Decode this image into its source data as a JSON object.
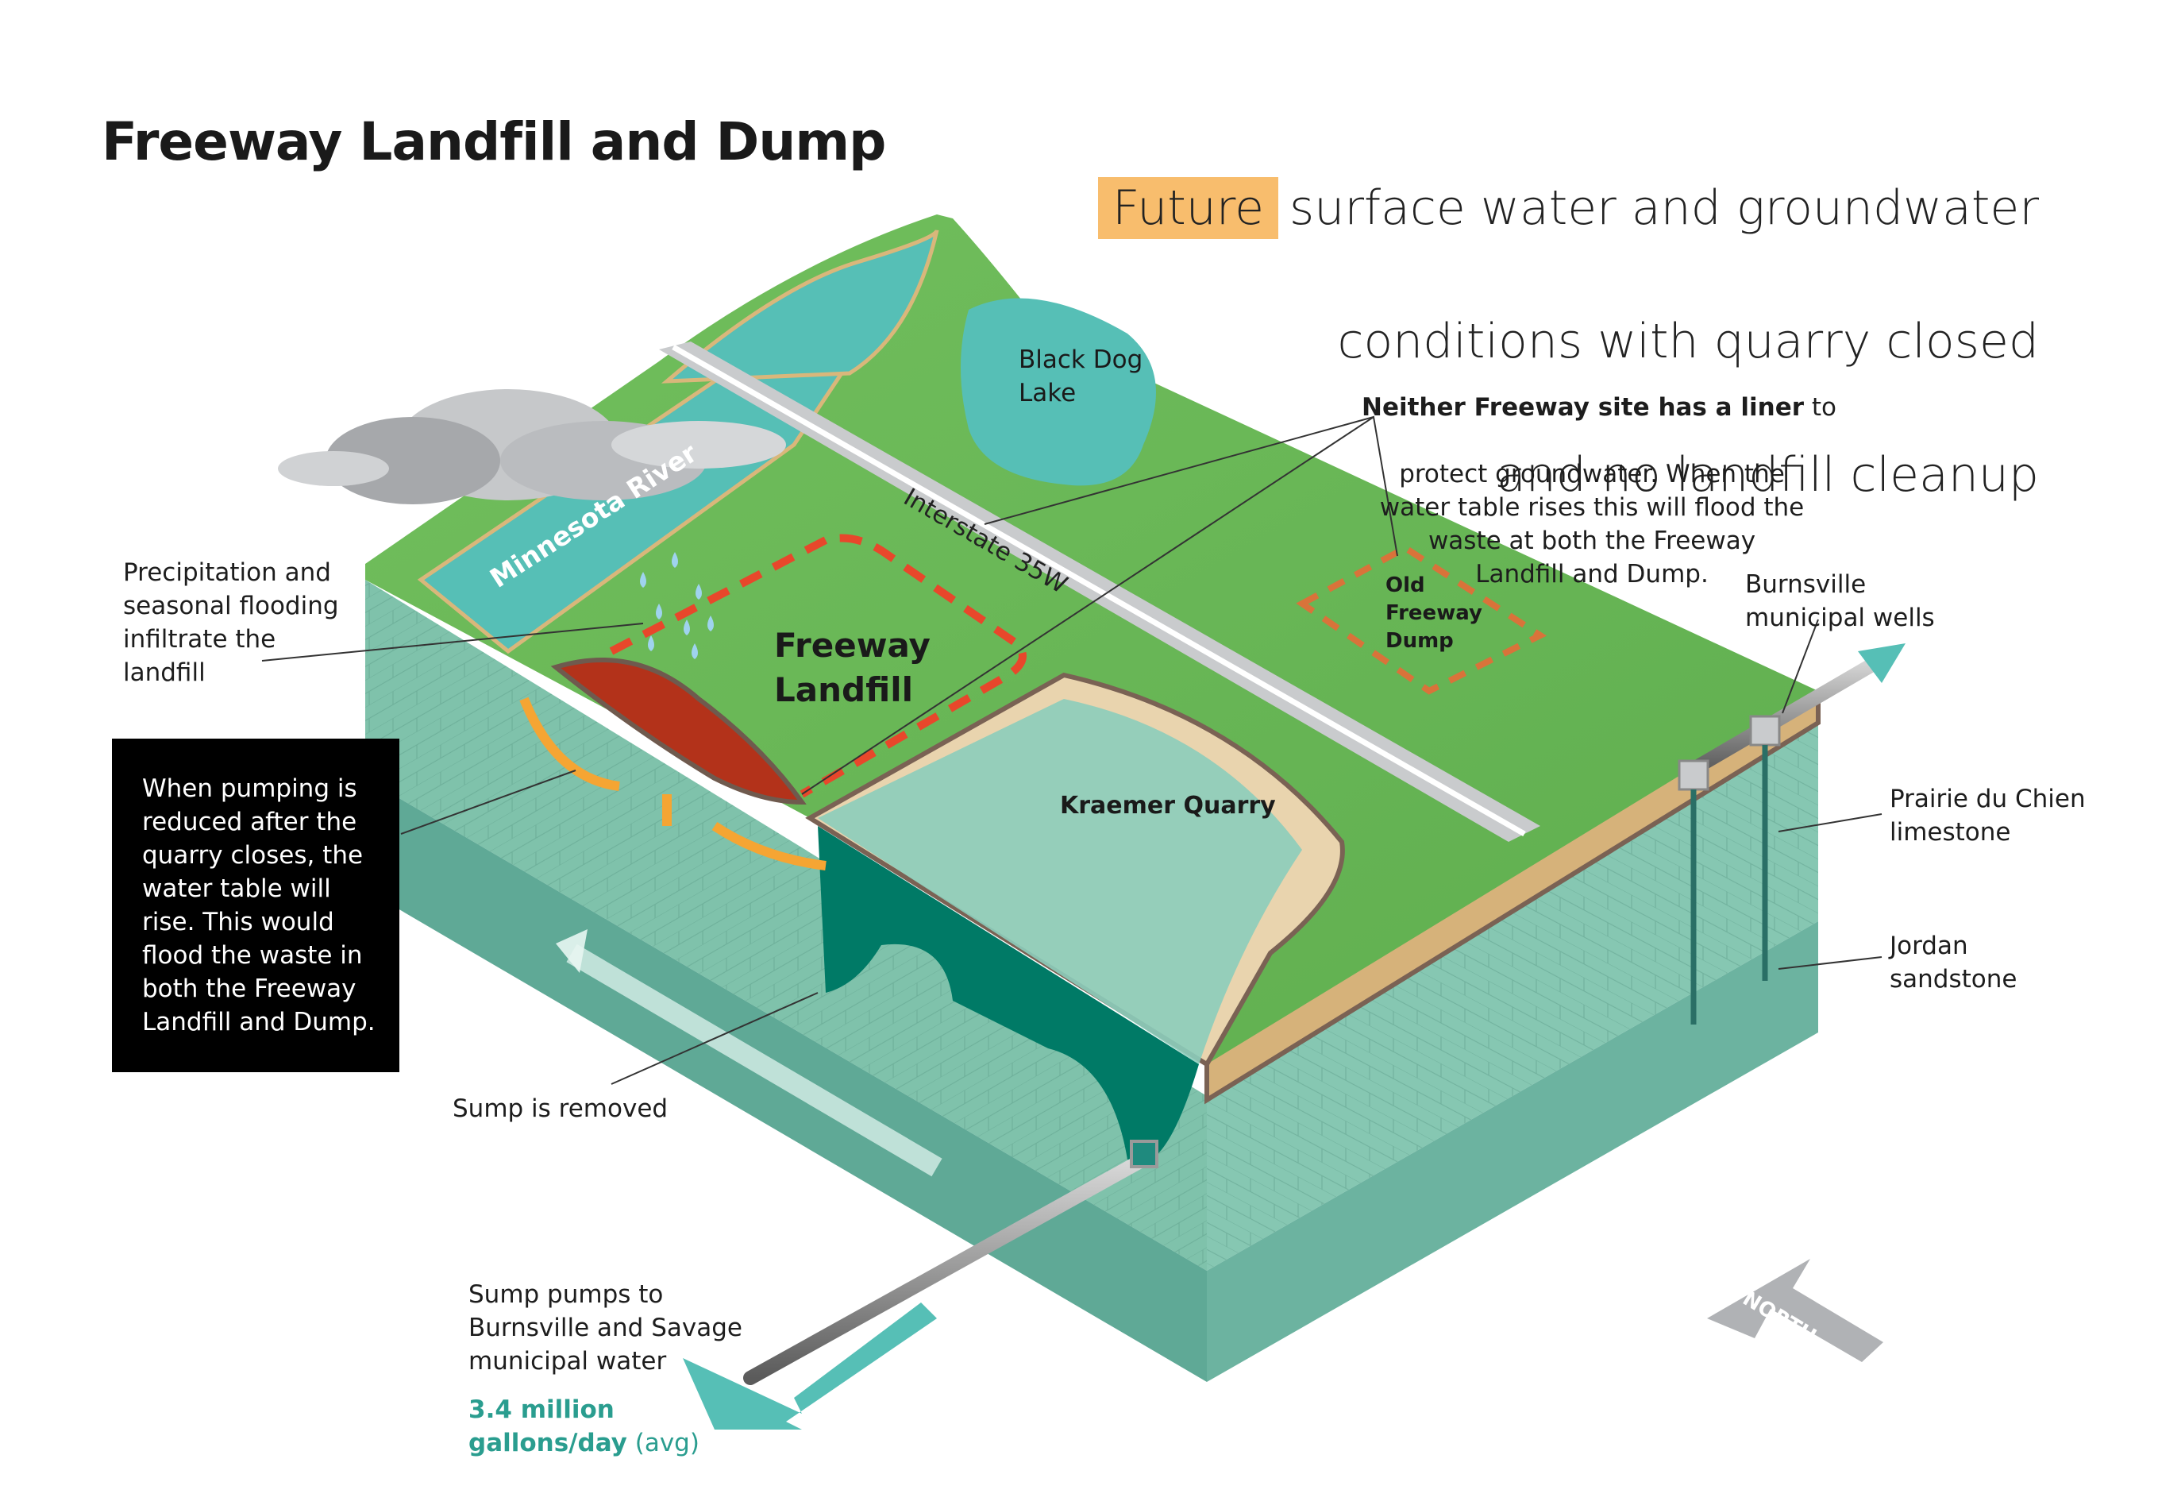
{
  "header": {
    "title": "Freeway Landfill and Dump",
    "subtitle_highlight": "Future",
    "subtitle_rest_line1": "surface water and groundwater",
    "subtitle_line2": "conditions with quarry closed",
    "subtitle_line3": "and no landfill cleanup",
    "highlight_color": "#f8bd6d"
  },
  "map_labels": {
    "black_dog_lake": "Black Dog\nLake",
    "minnesota_river": "Minnesota River",
    "interstate": "Interstate 35W",
    "freeway_landfill": "Freeway\nLandfill",
    "old_freeway_dump": "Old\nFreeway\nDump",
    "kraemer_quarry": "Kraemer Quarry",
    "north": "NORTH"
  },
  "callouts": {
    "precipitation": "Precipitation and\nseasonal flooding\ninfiltrate the\nlandfill",
    "pumping_box": "When pumping is\nreduced after the\nquarry closes, the\nwater table will\nrise. This would\nflood the waste in\nboth the Freeway\nLandfill and Dump.",
    "sump_removed": "Sump is removed",
    "sump_pumps": "Sump pumps to\nBurnsville and Savage\nmunicipal water",
    "sump_volume": "3.4 million\ngallons/day",
    "sump_volume_suffix": " (avg)",
    "liner_bold": "Neither Freeway site has a liner",
    "liner_line1_rest": " to",
    "liner_rest": "protect groundwater. When the\nwater table rises this will flood the\nwaste at both the Freeway\nLandfill and Dump.",
    "wells": "Burnsville\nmunicipal wells",
    "prairie": "Prairie du Chien\nlimestone",
    "jordan": "Jordan\nsandstone"
  },
  "colors": {
    "grass": "#6cbb5a",
    "water": "#56bfb6",
    "limestone": "#7fc2ab",
    "sandstone": "#5fa996",
    "quarry_water": "#007a66",
    "landfill": "#b3321a",
    "boundary_dash": "#e8472b",
    "dump_dash": "#d9733a",
    "flow_arrow": "#f5a533",
    "pipe_arrow": "#56bfb6"
  }
}
